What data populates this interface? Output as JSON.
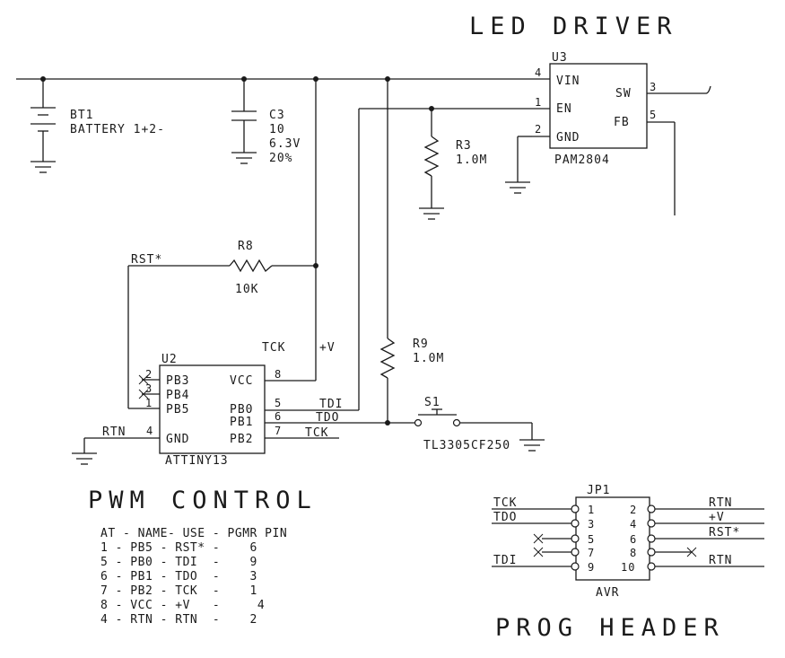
{
  "titles": {
    "led_driver": "LED DRIVER",
    "pwm_control": "PWM CONTROL",
    "prog_header": "PROG HEADER"
  },
  "components": {
    "bt1": {
      "ref": "BT1",
      "value": "BATTERY 1+2-"
    },
    "c3": {
      "ref": "C3",
      "value": "10",
      "voltage": "6.3V",
      "tolerance": "20%"
    },
    "r3": {
      "ref": "R3",
      "value": "1.0M"
    },
    "r8": {
      "ref": "R8",
      "value": "10K"
    },
    "r9": {
      "ref": "R9",
      "value": "1.0M"
    },
    "s1": {
      "ref": "S1",
      "part": "TL3305CF250"
    },
    "u3": {
      "ref": "U3",
      "part": "PAM2804",
      "pins": {
        "vin": {
          "num": "4",
          "name": "VIN"
        },
        "en": {
          "num": "1",
          "name": "EN"
        },
        "gnd": {
          "num": "2",
          "name": "GND"
        },
        "sw": {
          "num": "3",
          "name": "SW"
        },
        "fb": {
          "num": "5",
          "name": "FB"
        }
      }
    },
    "u2": {
      "ref": "U2",
      "part": "ATTINY13",
      "pins": {
        "pb3": {
          "num": "2",
          "name": "PB3"
        },
        "pb4": {
          "num": "3",
          "name": "PB4"
        },
        "pb5": {
          "num": "1",
          "name": "PB5"
        },
        "gnd": {
          "num": "4",
          "name": "GND"
        },
        "vcc": {
          "num": "8",
          "name": "VCC"
        },
        "pb0": {
          "num": "5",
          "name": "PB0"
        },
        "pb1": {
          "num": "6",
          "name": "PB1"
        },
        "pb2": {
          "num": "7",
          "name": "PB2"
        }
      }
    },
    "jp1": {
      "ref": "JP1",
      "part": "AVR",
      "pins_left": [
        "1",
        "3",
        "5",
        "7",
        "9"
      ],
      "pins_right": [
        "2",
        "4",
        "6",
        "8",
        "10"
      ]
    }
  },
  "nets": {
    "rst": "RST*",
    "tck": "TCK",
    "vplus": "+V",
    "tdi": "TDI",
    "tdo": "TDO",
    "rtn": "RTN"
  },
  "pin_table": {
    "header": "AT - NAME- USE - PGMR PIN",
    "rows": [
      "1 - PB5 - RST* -    6",
      "5 - PB0 - TDI  -    9",
      "6 - PB1 - TDO  -    3",
      "7 - PB2 - TCK  -    1",
      "8 - VCC - +V   -     4",
      "4 - RTN - RTN  -    2"
    ]
  },
  "header_nets": {
    "left": [
      "TCK",
      "TDO",
      "",
      "",
      "TDI"
    ],
    "right": [
      "RTN",
      "+V",
      "RST*",
      "",
      "RTN"
    ]
  }
}
